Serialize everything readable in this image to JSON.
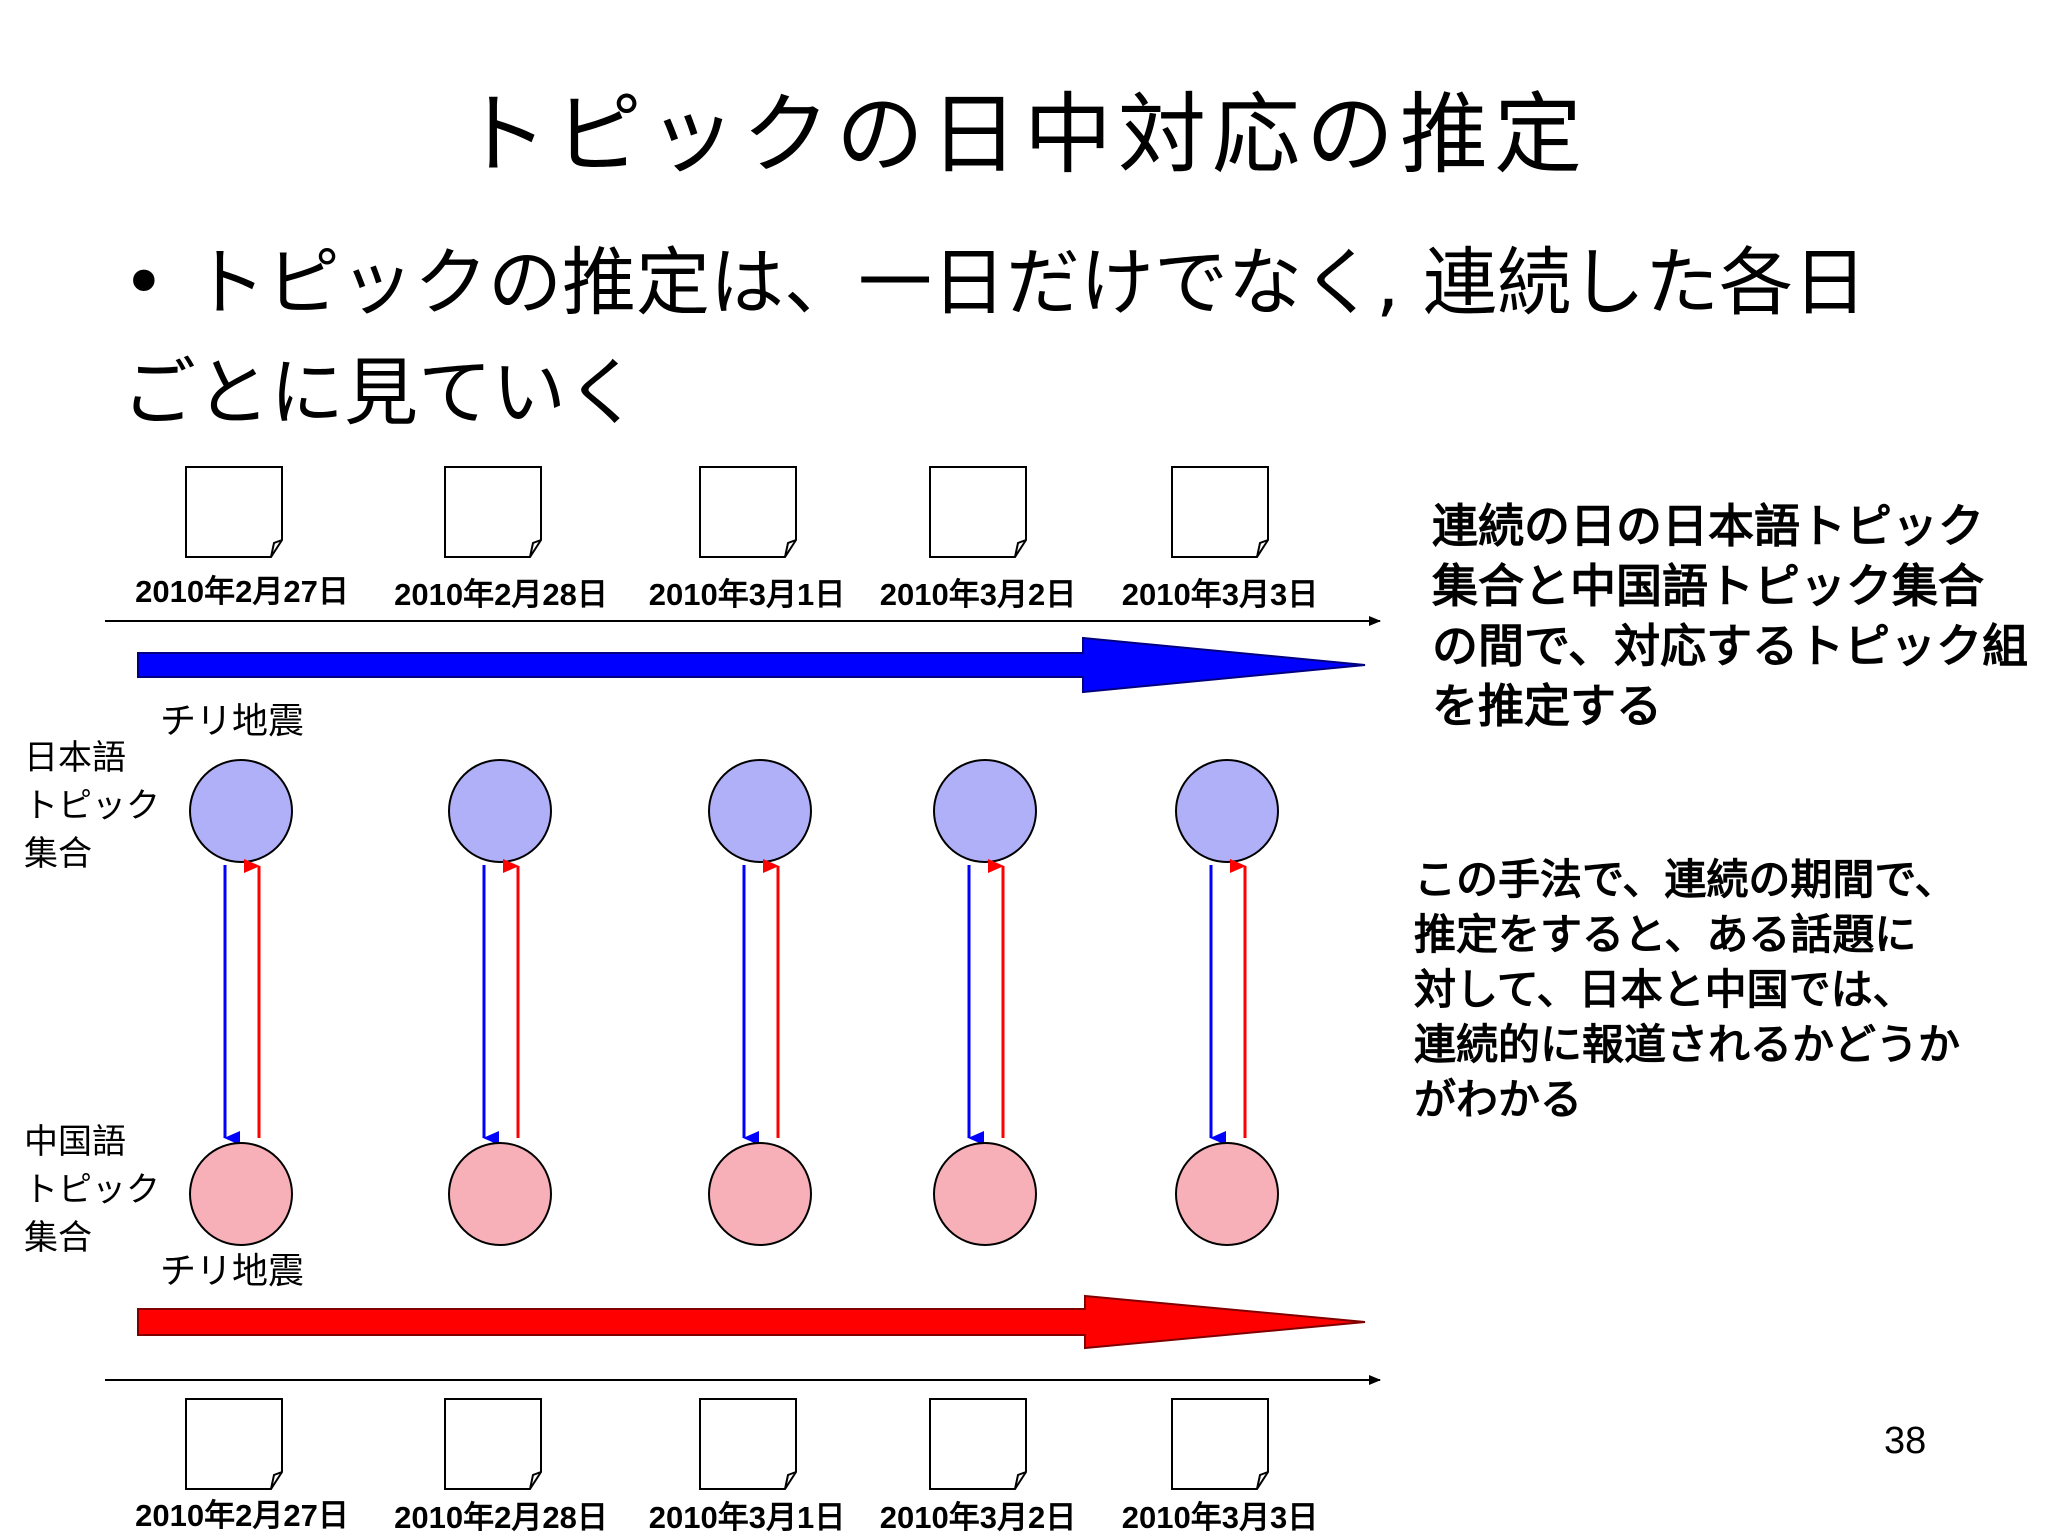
{
  "title": "トピックの日中対応の推定",
  "bullet": {
    "line1": "トピックの推定は、一日だけでなく, 連続した各日",
    "line2": "ごとに見ていく"
  },
  "dates_top": [
    "2010年2月27日",
    "2010年2月28日",
    "2010年3月1日",
    "2010年3月2日",
    "2010年3月3日"
  ],
  "dates_bottom": [
    "2010年2月27日",
    "2010年2月28日",
    "2010年3月1日",
    "2010年3月2日",
    "2010年3月3日"
  ],
  "labels": {
    "japanese_set": [
      "日本語",
      "トピック",
      "集合"
    ],
    "chinese_set": [
      "中国語",
      "トピック",
      "集合"
    ],
    "topic_top": "チリ地震",
    "topic_bottom": "チリ地震"
  },
  "notes": {
    "note1": [
      "連続の日の日本語トピック",
      "集合と中国語トピック集合",
      "の間で、対応するトピック組",
      "を推定する"
    ],
    "note2": [
      "この手法で、連続の期間で、",
      "推定をすると、ある話題に",
      "対して、日本と中国では、",
      "連続的に報道されるかどうか",
      "がわかる"
    ]
  },
  "page_number": "38",
  "colors": {
    "japanese_node": "#b0b0f8",
    "chinese_node": "#f8b0b8",
    "blue_arrow": "#0000ff",
    "red_arrow": "#ff0000"
  }
}
